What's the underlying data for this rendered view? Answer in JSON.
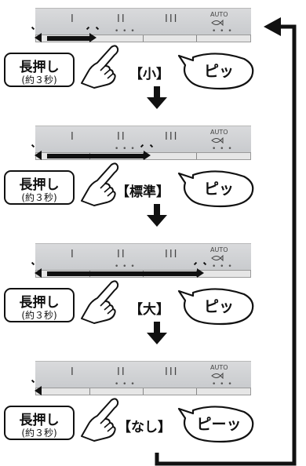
{
  "panel": {
    "marks": [
      "I",
      "II",
      "III"
    ],
    "auto_label": "AUTO",
    "dots": "• • •"
  },
  "steps": [
    {
      "press_label": "長押し",
      "press_duration": "(約３秒)",
      "mode": "【小】",
      "beep": "ピッ",
      "level": 0.25
    },
    {
      "press_label": "長押し",
      "press_duration": "(約３秒)",
      "mode": "【標準】",
      "beep": "ピッ",
      "level": 0.5
    },
    {
      "press_label": "長押し",
      "press_duration": "(約３秒)",
      "mode": "【大】",
      "beep": "ピッ",
      "level": 0.75
    },
    {
      "press_label": "長押し",
      "press_duration": "(約３秒)",
      "mode": "【なし】",
      "beep": "ピーッ",
      "level": 0
    }
  ]
}
